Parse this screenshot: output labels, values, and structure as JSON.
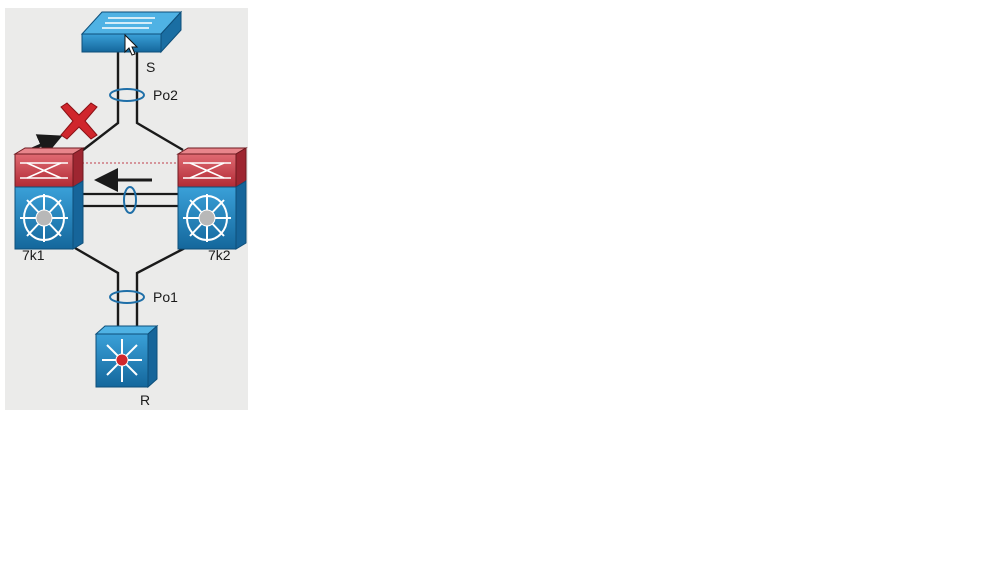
{
  "diagram": {
    "labels": {
      "switch_s": "S",
      "portchannel_top": "Po2",
      "nexus_left": "7k1",
      "nexus_right": "7k2",
      "portchannel_bottom": "Po1",
      "router": "R"
    },
    "icons": {
      "top_switch": "layer2-switch-icon",
      "left_nexus": "nexus-7000-icon",
      "right_nexus": "nexus-7000-icon",
      "bottom_router": "multilayer-switch-icon",
      "failure_marker": "red-x-icon",
      "mouse_pointer": "cursor-icon"
    },
    "colors": {
      "panel_background": "#ebebea",
      "device_blue": "#1f7fb8",
      "device_red": "#c63a44",
      "link": "#1a1a1a",
      "portchannel_ring": "#1f6fa8",
      "failure": "#d0262c",
      "peer_keepalive": "#c8606a"
    }
  }
}
